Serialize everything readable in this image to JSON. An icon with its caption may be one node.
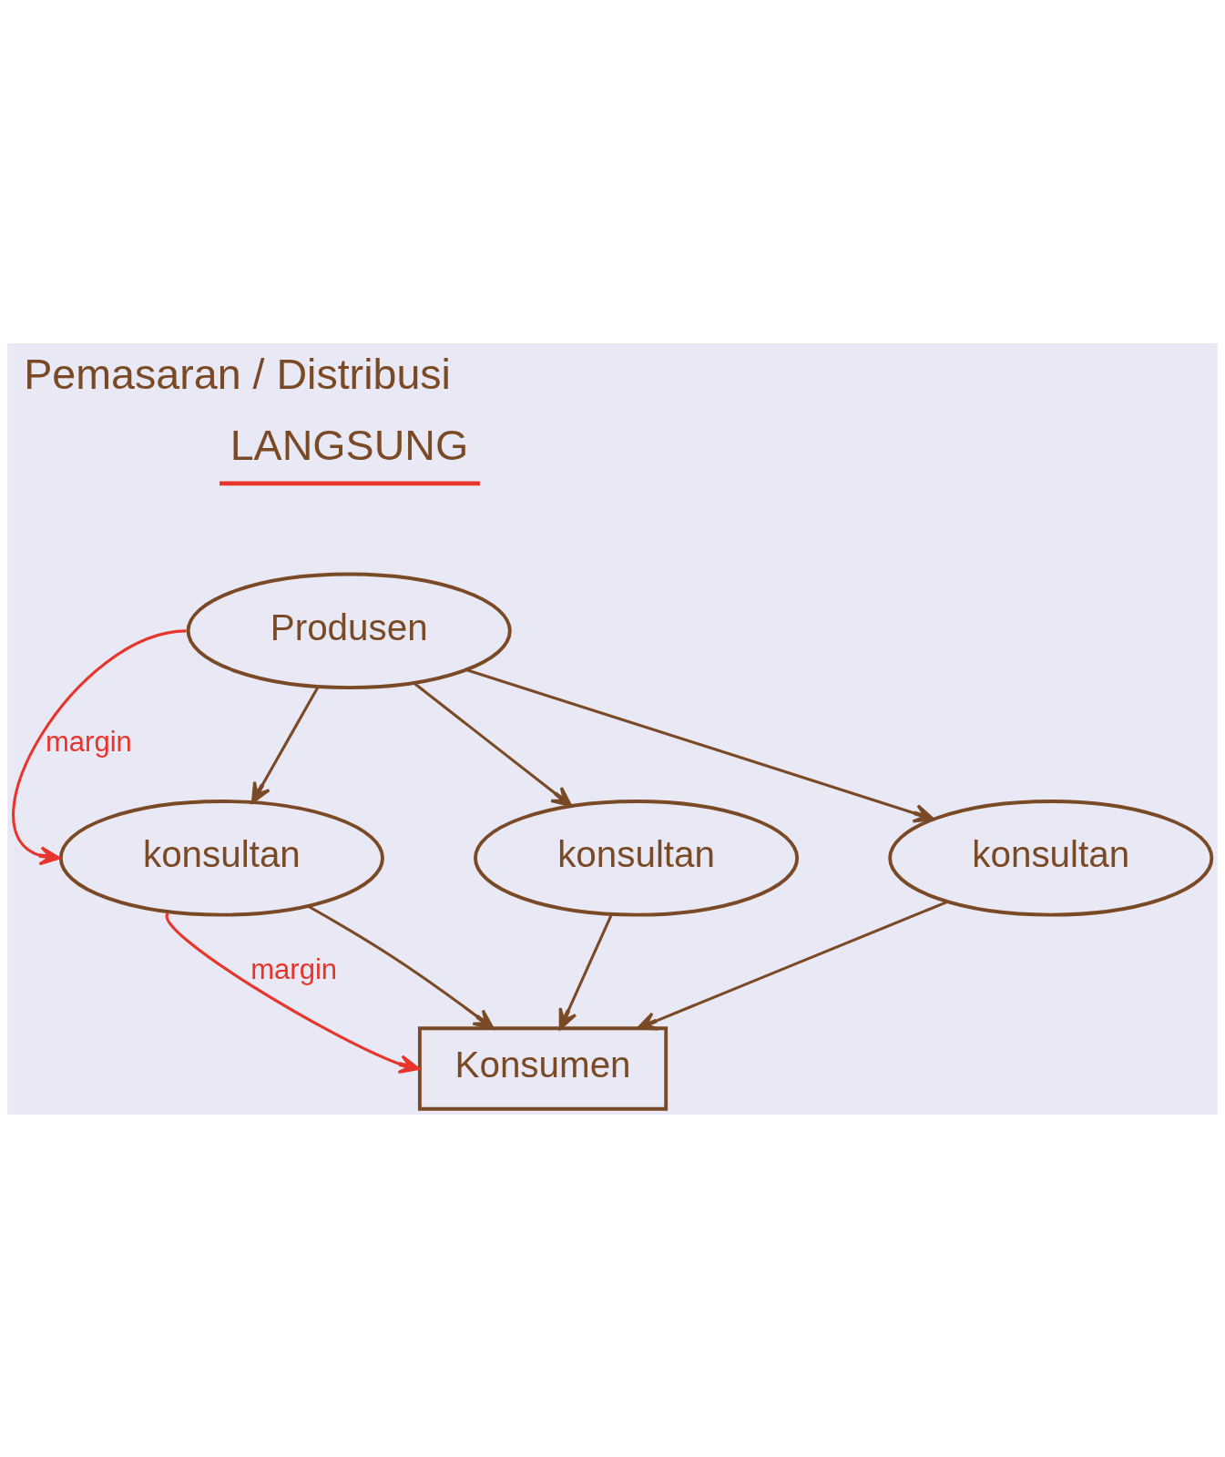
{
  "diagram": {
    "title": "Pemasaran / Distribusi",
    "nodes": [
      {
        "text": [
          "Produsen"
        ]
      },
      {
        "text": [
          "konsultan"
        ]
      },
      {
        "text": [
          "konsultan"
        ]
      },
      {
        "text": [
          "konsultan"
        ]
      },
      {
        "text": [
          "Konsumen"
        ]
      }
    ],
    "edges": [
      {
        "from": 0,
        "to": 1,
        "arrow": "to"
      },
      {
        "from": 0,
        "to": 3,
        "arrow": "to"
      },
      {
        "from": 0,
        "to": 2,
        "arrow": "to"
      },
      {
        "from": 1,
        "to": 4,
        "arrow": "to"
      },
      {
        "from": 3,
        "to": 4,
        "arrow": "to"
      },
      {
        "from": 2,
        "to": 4,
        "arrow": "to"
      },
      {
        "from": 0,
        "to": 1,
        "arrow": "to",
        "label": "margin",
        "color": "#e8352b"
      },
      {
        "from": 1,
        "to": 4,
        "arrow": "to",
        "label": "margin",
        "color": "#e8352b"
      }
    ],
    "labels": [
      "LANGSUNG"
    ]
  }
}
